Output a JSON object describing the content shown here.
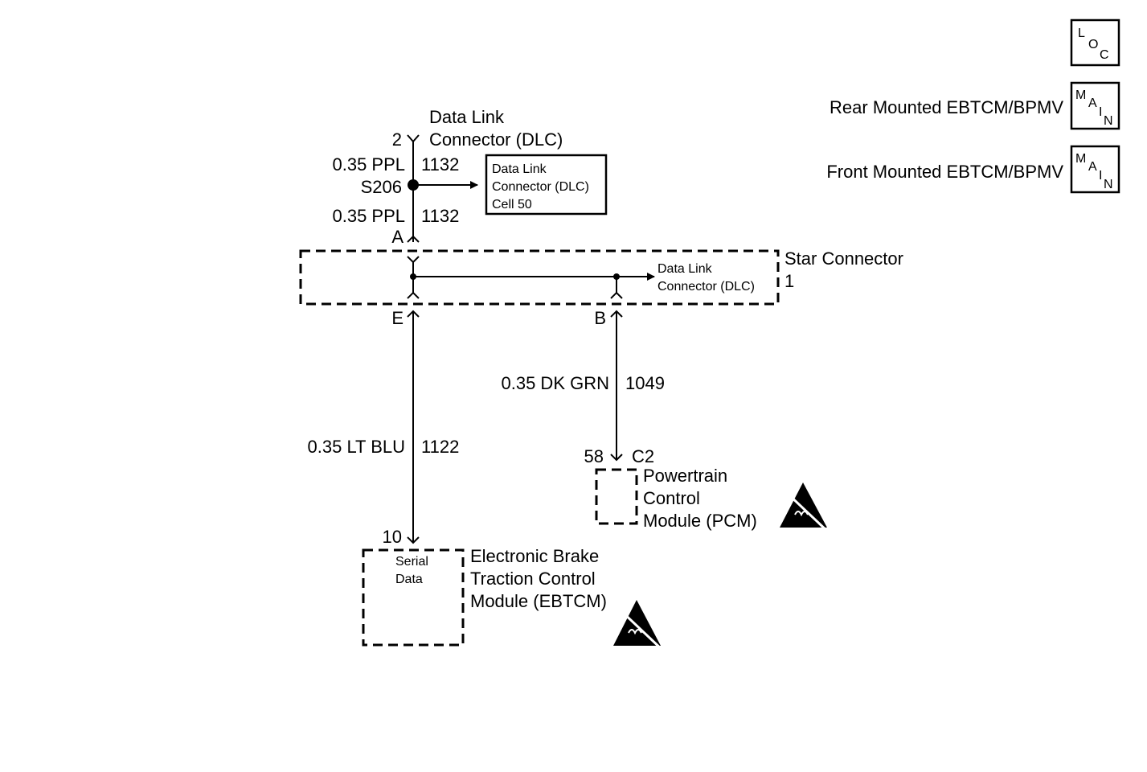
{
  "icons": {
    "loc": {
      "l1": "L",
      "l2": "O",
      "l3": "C"
    },
    "main": {
      "l1": "M",
      "l2": "A",
      "l3": "I",
      "l4": "N"
    }
  },
  "legend": {
    "rear": "Rear Mounted EBTCM/BPMV",
    "front": "Front Mounted EBTCM/BPMV"
  },
  "dlc": {
    "title_line1": "Data Link",
    "title_line2": "Connector (DLC)",
    "pin": "2",
    "ref_line1": "Data Link",
    "ref_line2": "Connector (DLC)",
    "ref_line3": "Cell 50"
  },
  "wires": {
    "upper": {
      "gauge": "0.35 PPL",
      "circuit": "1132"
    },
    "lower": {
      "gauge": "0.35 PPL",
      "circuit": "1132"
    },
    "pcm": {
      "gauge": "0.35 DK GRN",
      "circuit": "1049"
    },
    "ebtcm": {
      "gauge": "0.35 LT BLU",
      "circuit": "1122"
    }
  },
  "splice": "S206",
  "star": {
    "label": "Star Connector",
    "pin_a": "A",
    "pin_e": "E",
    "pin_b": "B",
    "pin_1": "1",
    "dlc_line1": "Data Link",
    "dlc_line2": "Connector (DLC)"
  },
  "pcm": {
    "pin": "58",
    "connector": "C2",
    "line1": "Powertrain",
    "line2": "Control",
    "line3": "Module (PCM)"
  },
  "ebtcm": {
    "pin": "10",
    "inner1": "Serial",
    "inner2": "Data",
    "line1": "Electronic Brake",
    "line2": "Traction Control",
    "line3": "Module (EBTCM)"
  }
}
